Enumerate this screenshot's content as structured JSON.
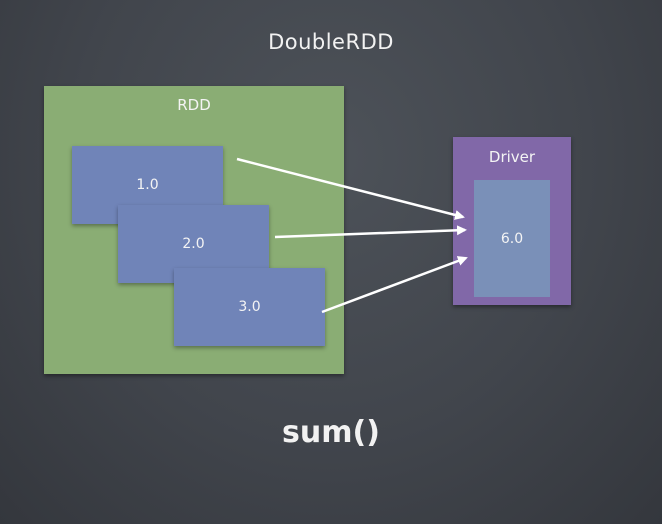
{
  "title": "DoubleRDD",
  "rdd": {
    "label": "RDD",
    "partitions": [
      "1.0",
      "2.0",
      "3.0"
    ]
  },
  "driver": {
    "label": "Driver",
    "result": "6.0"
  },
  "caption": "sum()",
  "colors": {
    "background": "#41454c",
    "rdd": "#8aad74",
    "partition": "#7084b8",
    "driver": "#8168a8",
    "result": "#7a90b8",
    "arrow": "#ffffff"
  }
}
